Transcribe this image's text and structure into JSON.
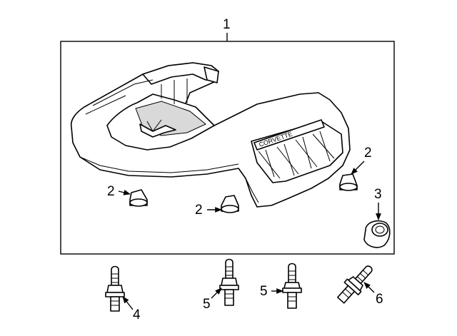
{
  "callouts": {
    "engine_cover": "1",
    "grommet_left": "2",
    "grommet_center": "2",
    "grommet_right": "2",
    "insulator": "3",
    "stud_left": "4",
    "stud_center": "5",
    "stud_right": "5",
    "stud_angled": "6"
  },
  "emblem_text": "CORVETTE"
}
